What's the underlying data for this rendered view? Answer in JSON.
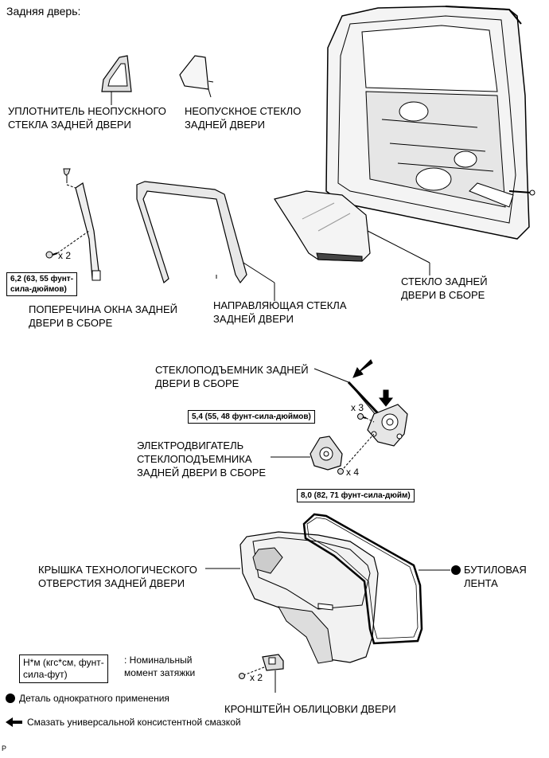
{
  "title": "Задняя дверь:",
  "labels": {
    "fixed_seal_1": "УПЛОТНИТЕЛЬ НЕОПУСКНОГО",
    "fixed_seal_2": "СТЕКЛА ЗАДНЕЙ ДВЕРИ",
    "fixed_glass_1": "НЕОПУСКНОЕ СТЕКЛО",
    "fixed_glass_2": "ЗАДНЕЙ ДВЕРИ",
    "division_bar_1": "ПОПЕРЕЧИНА ОКНА ЗАДНЕЙ",
    "division_bar_2": "ДВЕРИ В СБОРЕ",
    "glass_run_1": "НАПРАВЛЯЮЩАЯ СТЕКЛА",
    "glass_run_2": "ЗАДНЕЙ ДВЕРИ",
    "door_glass_1": "СТЕКЛО ЗАДНЕЙ",
    "door_glass_2": "ДВЕРИ В СБОРЕ",
    "regulator_1": "СТЕКЛОПОДЪЕМНИК ЗАДНЕЙ",
    "regulator_2": "ДВЕРИ В СБОРЕ",
    "motor_1": "ЭЛЕКТРОДВИГАТЕЛЬ",
    "motor_2": "СТЕКЛОПОДЪЕМНИКА",
    "motor_3": "ЗАДНЕЙ ДВЕРИ В СБОРЕ",
    "hole_cover_1": "КРЫШКА ТЕХНОЛОГИЧЕСКОГО",
    "hole_cover_2": "ОТВЕРСТИЯ ЗАДНЕЙ ДВЕРИ",
    "butyl_1": "БУТИЛОВАЯ",
    "butyl_2": "ЛЕНТА",
    "bracket": "КРОНШТЕЙН ОБЛИЦОВКИ ДВЕРИ"
  },
  "torques": {
    "division_bar_1": "6,2 (63, 55 фунт-",
    "division_bar_2": "сила-дюймов)",
    "regulator": "5,4 (55, 48 фунт-сила-дюймов)",
    "motor": "8,0 (82, 71 фунт-сила-дюйм)"
  },
  "counts": {
    "division_bar": "x 2",
    "regulator": "x 3",
    "motor": "x 4",
    "bracket": "x 2"
  },
  "legend": {
    "torque_box_1": "Н*м (кгс*см, фунт-",
    "torque_box_2": "сила-фут)",
    "torque_desc_1": ": Номинальный",
    "torque_desc_2": "момент затяжки",
    "nonreusable": "Деталь однократного применения",
    "grease": "Смазать универсальной консистентной смазкой"
  },
  "footer_code": "P"
}
